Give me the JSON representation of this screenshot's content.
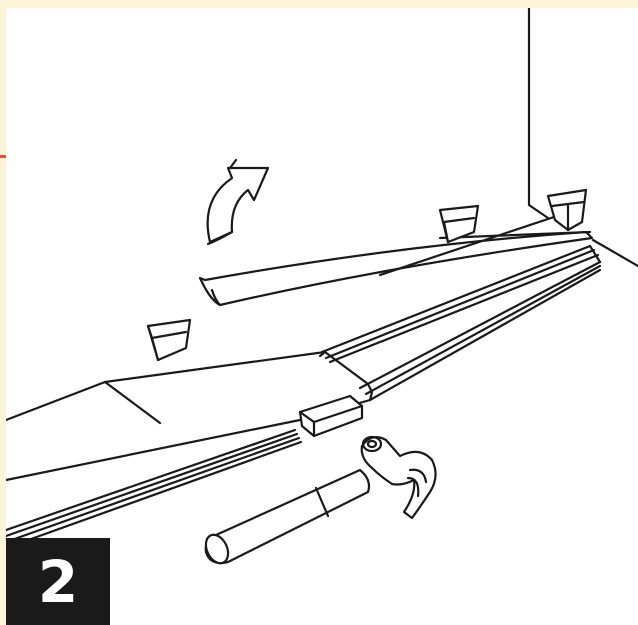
{
  "step": {
    "number": "2"
  },
  "colors": {
    "frame": "#fdf3d8",
    "panel": "#ffffff",
    "ink": "#1a1a1a",
    "badge": "#1a1a1a",
    "badge_text": "#ffffff",
    "accent": "#e8502a"
  },
  "illustration": {
    "items": [
      "wall-corner",
      "spacer-wedge-left",
      "spacer-wedge-middle",
      "spacer-wedge-corner",
      "laid-floor-boards",
      "last-board-row",
      "tapping-block",
      "claw-hammer",
      "rotate-arrow-icon",
      "lifted-board"
    ]
  }
}
